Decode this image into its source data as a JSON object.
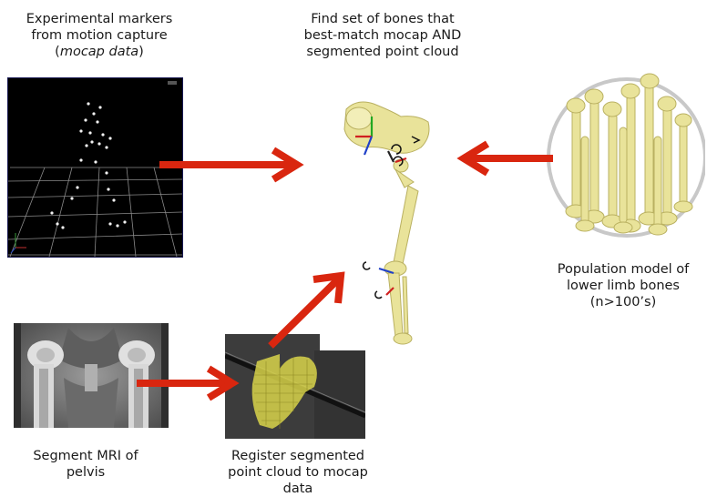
{
  "captions": {
    "mocap": "Experimental markers\nfrom motion capture",
    "mocap_italic": "mocap data",
    "find": "Find set of bones that\nbest-match mocap AND\nsegmented point cloud",
    "population": "Population model of\nlower limb bones\n(n>100’s)",
    "segment": "Segment MRI of\npelvis",
    "register": "Register segmented\npoint cloud to mocap\ndata"
  },
  "colors": {
    "arrow": "#d9260f",
    "bone": "#e9e39a",
    "bone_shade": "#b9b060",
    "mocap_bg": "#000000",
    "pop_circle": "#c8c8c8"
  }
}
